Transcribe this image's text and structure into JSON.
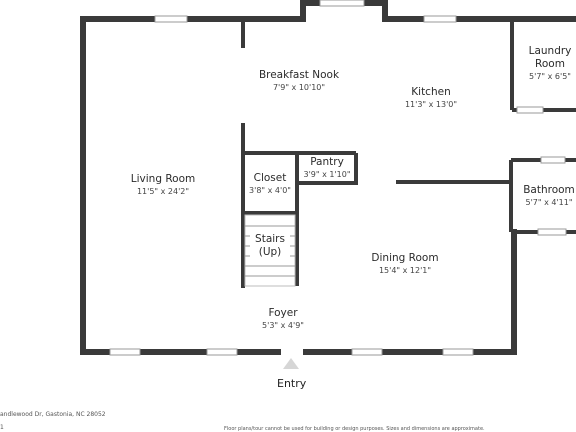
{
  "rooms": [
    {
      "key": "breakfast",
      "name": "Breakfast Nook",
      "dims": "7'9\" x 10'10\""
    },
    {
      "key": "kitchen",
      "name": "Kitchen",
      "dims": "11'3\" x 13'0\""
    },
    {
      "key": "laundry",
      "name": "Laundry Room",
      "dims": "5'7\" x 6'5\""
    },
    {
      "key": "living",
      "name": "Living Room",
      "dims": "11'5\" x 24'2\""
    },
    {
      "key": "closet",
      "name": "Closet",
      "dims": "3'8\" x 4'0\""
    },
    {
      "key": "pantry",
      "name": "Pantry",
      "dims": "3'9\" x 1'10\""
    },
    {
      "key": "bathroom",
      "name": "Bathroom",
      "dims": "5'7\" x 4'11\""
    },
    {
      "key": "stairs",
      "name": "Stairs (Up)",
      "dims": ""
    },
    {
      "key": "dining",
      "name": "Dining Room",
      "dims": "15'4\" x 12'1\""
    },
    {
      "key": "foyer",
      "name": "Foyer",
      "dims": "5'3\" x 4'9\""
    }
  ],
  "entry_label": "Entry",
  "footer": {
    "address": "andlewood Dr, Gastonia, NC 28052",
    "disclaimer": "Floor plans/tour cannot be used for building or design purposes. Sizes and dimensions are approximate.",
    "corner_mark": "1"
  },
  "colors": {
    "wall": "#3a3a3a",
    "window": "#cfcfcf",
    "entry_arrow": "#d6d6d6"
  }
}
